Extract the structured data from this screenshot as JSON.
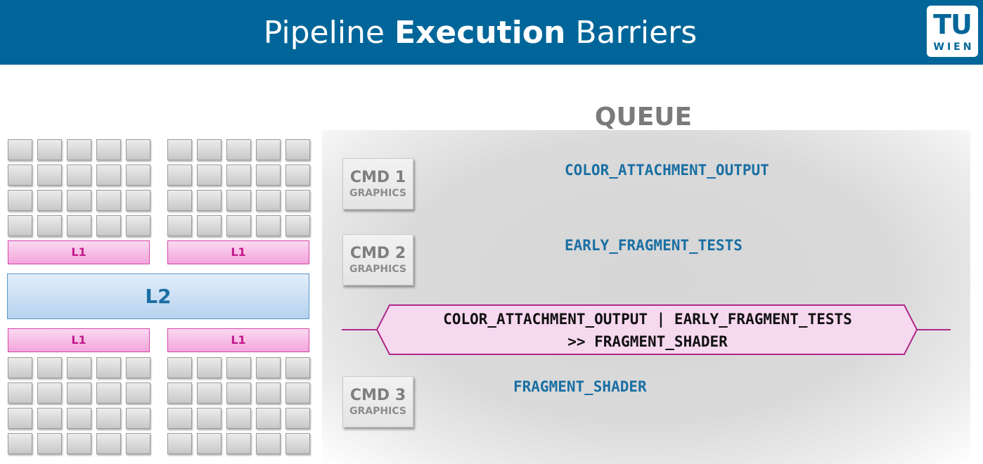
{
  "header": {
    "title_part1": "Pipeline ",
    "title_bold": "Execution",
    "title_part2": " Barriers",
    "logo_top": "TU",
    "logo_bottom": "WIEN"
  },
  "colors": {
    "header_bg": "#006699",
    "stage_text": "#1a6fa3",
    "barrier_border": "#b0288c",
    "barrier_fill": "#f6d8ef",
    "l1_border": "#d246a8",
    "l2_border": "#5b97c9"
  },
  "gpu": {
    "l1_label": "L1",
    "l2_label": "L2"
  },
  "queue": {
    "label": "QUEUE",
    "commands": [
      {
        "label": "CMD 1",
        "type": "GRAPHICS",
        "stage": "COLOR_ATTACHMENT_OUTPUT"
      },
      {
        "label": "CMD 2",
        "type": "GRAPHICS",
        "stage": "EARLY_FRAGMENT_TESTS"
      },
      {
        "label": "CMD 3",
        "type": "GRAPHICS",
        "stage": "FRAGMENT_SHADER"
      }
    ],
    "barrier": {
      "line1": "COLOR_ATTACHMENT_OUTPUT | EARLY_FRAGMENT_TESTS",
      "line2": ">> FRAGMENT_SHADER"
    }
  }
}
